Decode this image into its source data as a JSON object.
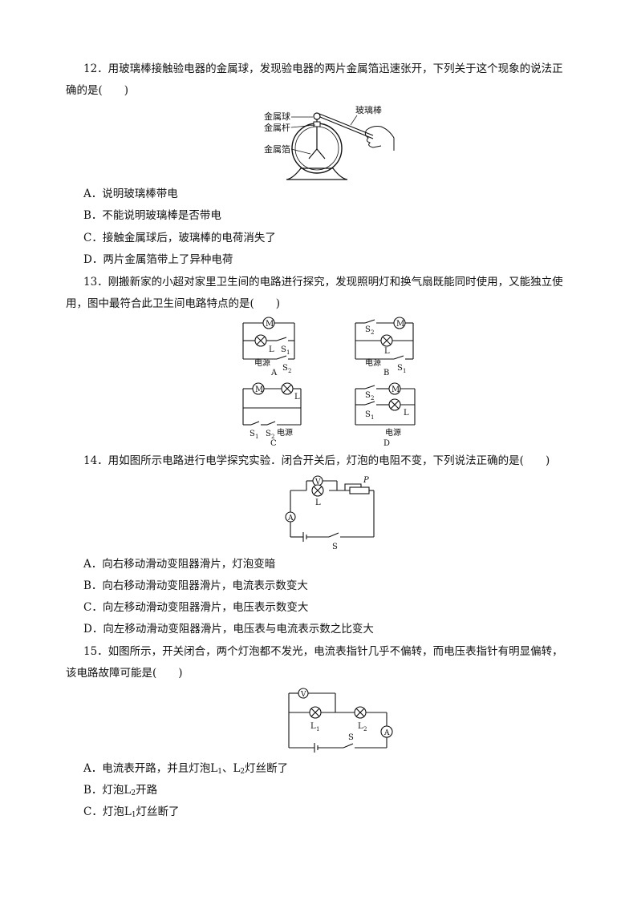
{
  "q12": {
    "stem_line1": "12．用玻璃棒接触验电器的金属球，发现验电器的两片金属箔迅速张开，下列关于这个现象的说法正",
    "stem_line2": "确的是(　　)",
    "figure_labels": {
      "ball": "金属球",
      "rod": "金属杆",
      "foil": "金属箔",
      "glass": "玻璃棒"
    },
    "options": [
      "A．说明玻璃棒带电",
      "B．不能说明玻璃棒是否带电",
      "C．接触金属球后，玻璃棒的电荷消失了",
      "D．两片金属箔带上了异种电荷"
    ]
  },
  "q13": {
    "stem_line1": "13．刚搬新家的小超对家里卫生间的电路进行探究，发现照明灯和换气扇既能同时使用，又能独立使",
    "stem_line2": "用，图中最符合此卫生间电路特点的是(　　)",
    "labels": {
      "motor": "M",
      "lamp": "L",
      "source": "电源",
      "s": "S",
      "sub1": "1",
      "sub2": "2",
      "a": "A",
      "b": "B",
      "c": "C",
      "d": "D"
    }
  },
  "q14": {
    "stem": "14．用如图所示电路进行电学探究实验．闭合开关后，灯泡的电阻不变，下列说法正确的是(　　)",
    "labels": {
      "v": "V",
      "a": "A",
      "l": "L",
      "p": "P",
      "s": "S"
    },
    "options": [
      "A．向右移动滑动变阻器滑片，灯泡变暗",
      "B．向右移动滑动变阻器滑片，电流表示数变大",
      "C．向左移动滑动变阻器滑片，电压表示数变大",
      "D．向左移动滑动变阻器滑片，电压表与电流表示数之比变大"
    ]
  },
  "q15": {
    "stem_line1": "15．如图所示，开关闭合，两个灯泡都不发光，电流表指针几乎不偏转，而电压表指针有明显偏转，",
    "stem_line2": "该电路故障可能是(　　)",
    "labels": {
      "v": "V",
      "a": "A",
      "l": "L",
      "sub1": "1",
      "sub2": "2",
      "s": "S"
    },
    "option_a": {
      "pre": "A．电流表开路，并且灯泡",
      "l1": "L",
      "s1": "1",
      "sep": "、",
      "l2": "L",
      "s2": "2",
      "post": "灯丝断了"
    },
    "option_b": {
      "pre": "B．灯泡",
      "l": "L",
      "s": "2",
      "post": "开路"
    },
    "option_c": {
      "pre": "C．灯泡",
      "l": "L",
      "s": "1",
      "post": "灯丝断了"
    }
  }
}
